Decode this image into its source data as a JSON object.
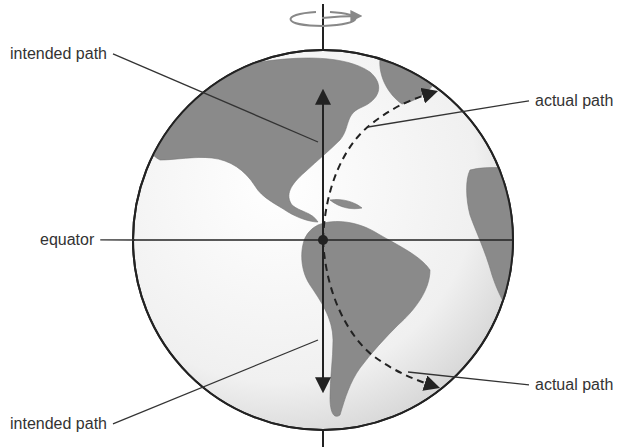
{
  "diagram": {
    "labels": [
      "intended path",
      "actual path",
      "equator",
      "actual path",
      "intended path"
    ]
  }
}
